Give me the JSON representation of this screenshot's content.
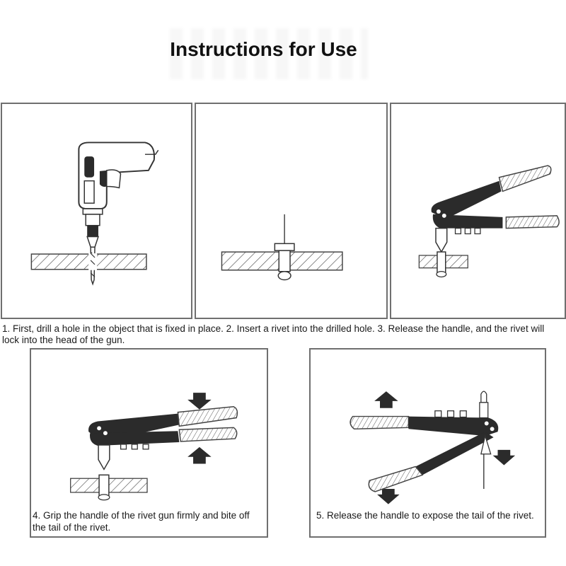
{
  "page": {
    "title": "Instructions for Use"
  },
  "steps": [
    {
      "caption": "1. First, drill a hole in the object that is fixed in place."
    },
    {
      "caption": "2. Insert a rivet into the drilled hole."
    },
    {
      "caption": "3. Release the handle, and the rivet will lock into the head of the gun."
    },
    {
      "caption": "4. Grip the handle of the rivet gun firmly and bite off the tail of the rivet."
    },
    {
      "caption": "5. Release the handle to expose the tail of the rivet."
    }
  ],
  "colors": {
    "panel_border": "#6f6f6f",
    "tool_dark": "#2b2b2b",
    "line": "#444444"
  }
}
